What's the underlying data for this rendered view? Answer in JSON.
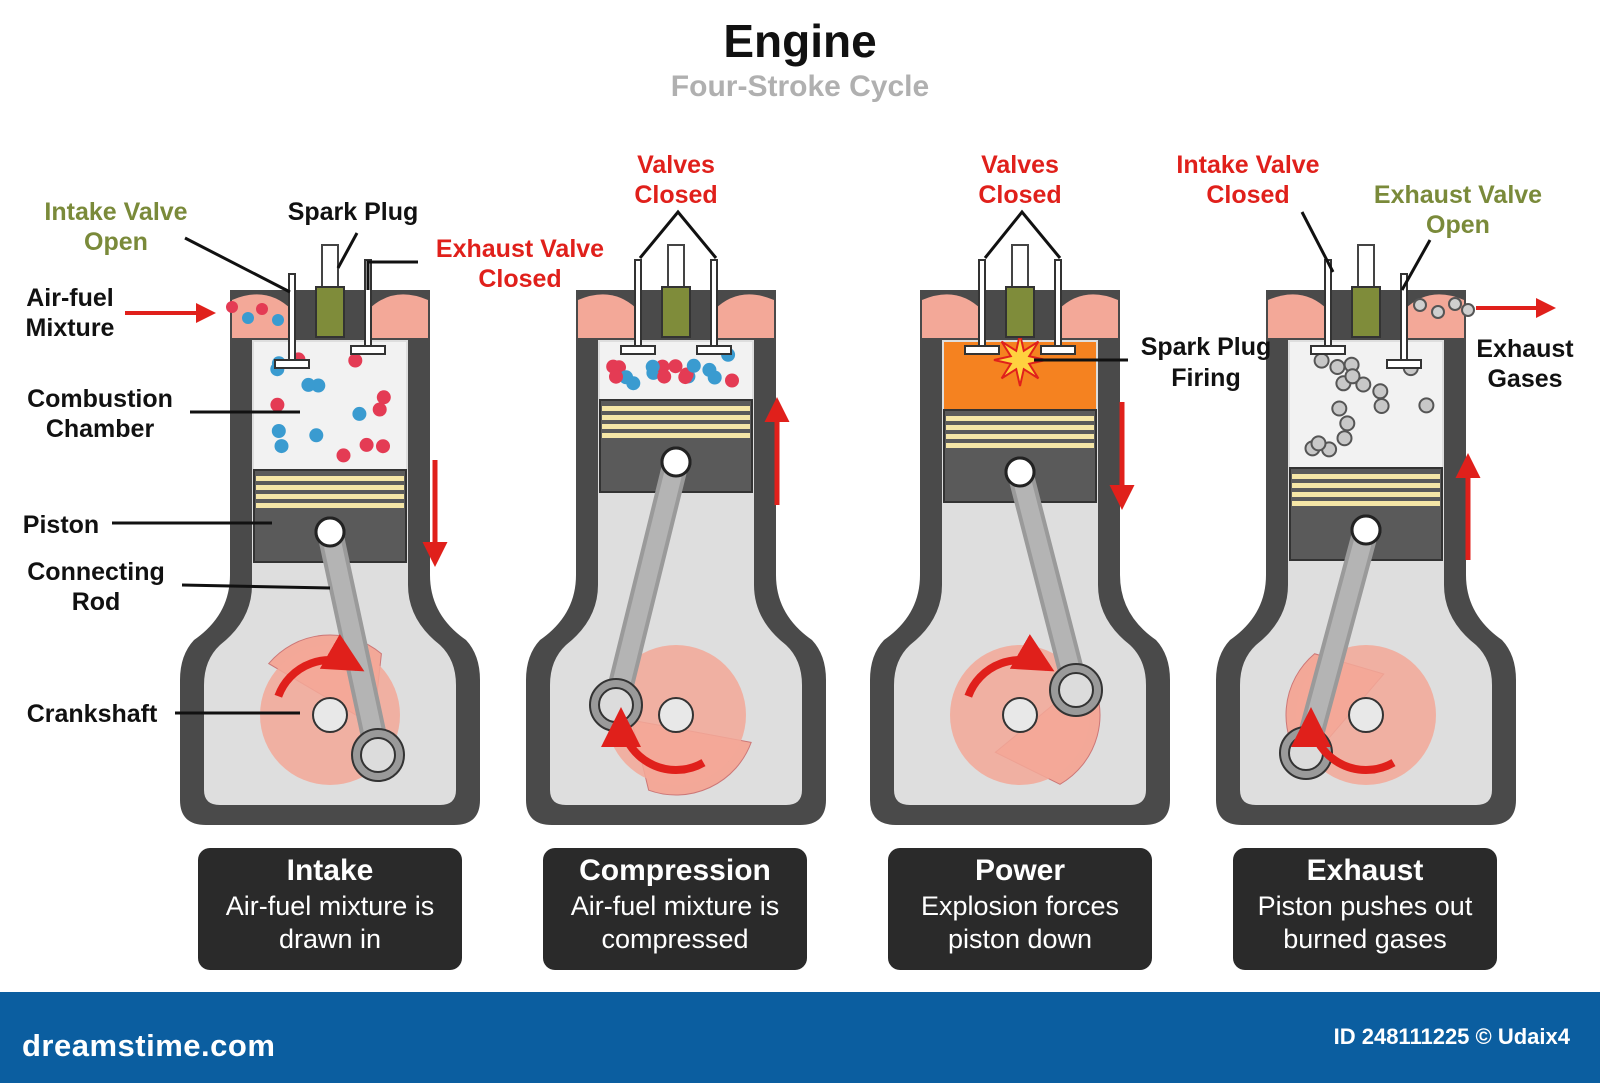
{
  "header": {
    "title": "Engine",
    "subtitle": "Four-Stroke Cycle"
  },
  "labels": {
    "intake_valve_open": [
      "Intake Valve",
      "Open"
    ],
    "spark_plug": "Spark Plug",
    "exhaust_valve_closed": [
      "Exhaust Valve",
      "Closed"
    ],
    "air_fuel_mixture": [
      "Air-fuel",
      "Mixture"
    ],
    "combustion_chamber": [
      "Combustion",
      "Chamber"
    ],
    "piston": "Piston",
    "connecting_rod": [
      "Connecting",
      "Rod"
    ],
    "crankshaft": "Crankshaft",
    "valves_closed_2": [
      "Valves",
      "Closed"
    ],
    "valves_closed_3": [
      "Valves",
      "Closed"
    ],
    "spark_plug_firing": [
      "Spark Plug",
      "Firing"
    ],
    "intake_valve_closed": [
      "Intake Valve",
      "Closed"
    ],
    "exhaust_valve_open": [
      "Exhaust Valve",
      "Open"
    ],
    "exhaust_gases": [
      "Exhaust",
      "Gases"
    ]
  },
  "stages": [
    {
      "name": "Intake",
      "desc": "Air-fuel mixture is drawn in"
    },
    {
      "name": "Compression",
      "desc": "Air-fuel mixture is compressed"
    },
    {
      "name": "Power",
      "desc": "Explosion forces piston down"
    },
    {
      "name": "Exhaust",
      "desc": "Piston pushes out burned gases"
    }
  ],
  "footer": {
    "brand": "dreamstime.com",
    "id_text": "ID 248111225 © Udaix4"
  },
  "colors": {
    "red_label": "#e0201b",
    "green_label": "#7a8a3a",
    "engine_body": "#4a4a4a",
    "chamber_fill": "#dedede",
    "crank": "#f3a898",
    "fire": "#f58220",
    "footer_bg": "#0b5ea0"
  }
}
